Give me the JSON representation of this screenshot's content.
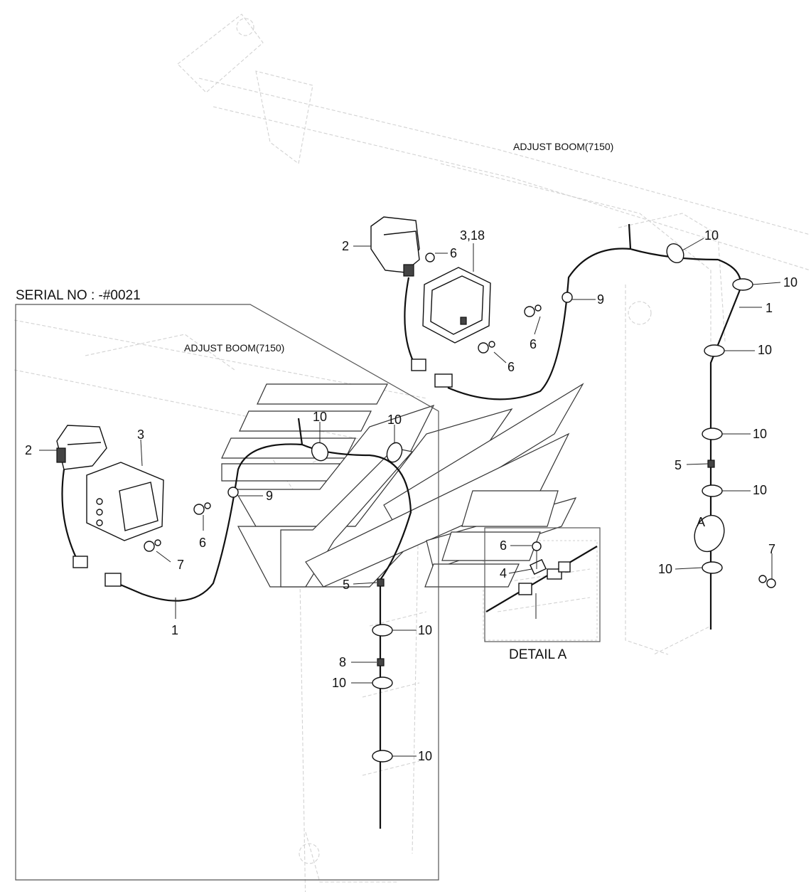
{
  "serial_label": "SERIAL NO : -#0021",
  "adjust_boom_labels": [
    "ADJUST BOOM(7150)",
    "ADJUST BOOM(7150)"
  ],
  "detail_title": "DETAIL  A",
  "detail_marker": "A",
  "callouts": [
    "2",
    "3,18",
    "6",
    "6",
    "6",
    "9",
    "10",
    "10",
    "1",
    "10",
    "10",
    "5",
    "10",
    "10",
    "7",
    "2",
    "3",
    "6",
    "7",
    "9",
    "10",
    "10",
    "1",
    "5",
    "10",
    "8",
    "10",
    "10",
    "6",
    "4"
  ]
}
